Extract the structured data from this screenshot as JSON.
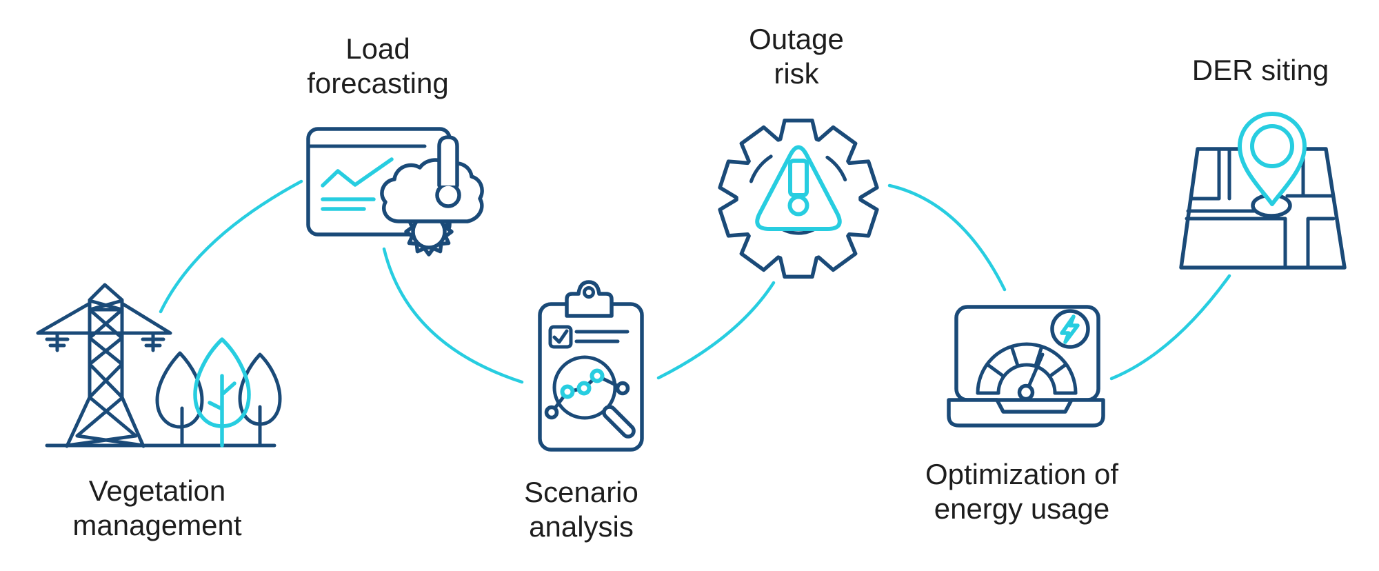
{
  "colors": {
    "navy": "#1a4a78",
    "cyan": "#27cde0",
    "text": "#1d1d1d",
    "background": "#ffffff"
  },
  "diagram": {
    "title": "",
    "nodes": [
      {
        "id": "vegetation-management",
        "label": "Vegetation\nmanagement",
        "icon": "transmission-tower-trees-icon",
        "position": "bottom-left"
      },
      {
        "id": "load-forecasting",
        "label": "Load\nforecasting",
        "icon": "monitor-chart-cloud-thermometer-icon",
        "position": "top-left"
      },
      {
        "id": "scenario-analysis",
        "label": "Scenario\nanalysis",
        "icon": "clipboard-magnifier-chart-icon",
        "position": "bottom-center"
      },
      {
        "id": "outage-risk",
        "label": "Outage\nrisk",
        "icon": "gear-warning-triangle-icon",
        "position": "top-center"
      },
      {
        "id": "optimization-energy",
        "label": "Optimization of\nenergy usage",
        "icon": "laptop-gauge-lightning-icon",
        "position": "bottom-right"
      },
      {
        "id": "der-siting",
        "label": "DER siting",
        "icon": "map-location-pin-icon",
        "position": "top-right"
      }
    ],
    "connections": [
      {
        "from": "vegetation-management",
        "to": "load-forecasting"
      },
      {
        "from": "load-forecasting",
        "to": "scenario-analysis"
      },
      {
        "from": "scenario-analysis",
        "to": "outage-risk"
      },
      {
        "from": "outage-risk",
        "to": "optimization-energy"
      },
      {
        "from": "optimization-energy",
        "to": "der-siting"
      }
    ]
  }
}
